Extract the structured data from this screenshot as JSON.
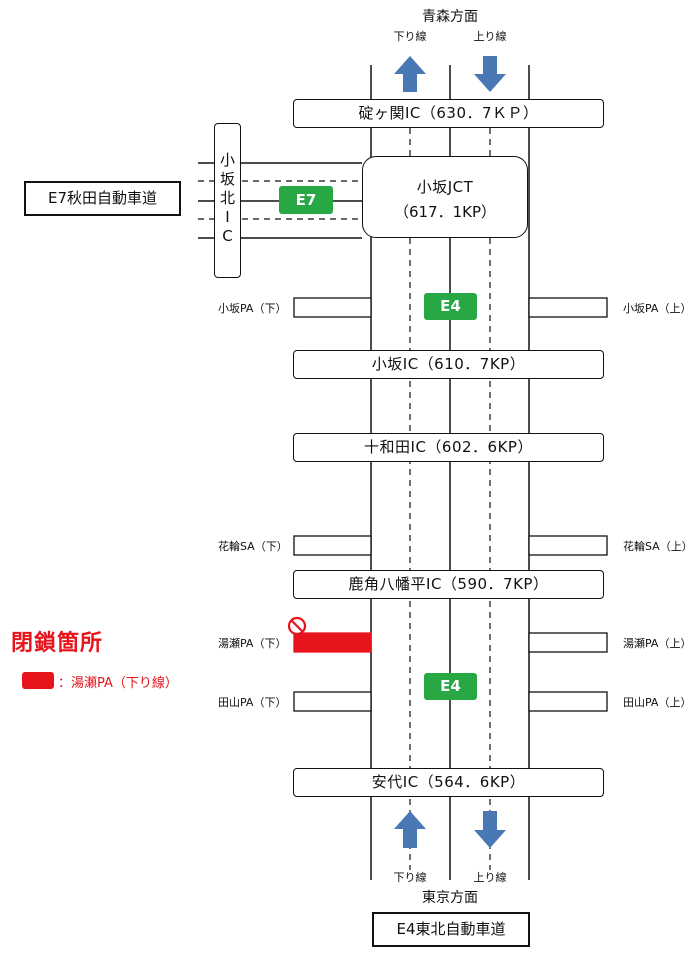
{
  "north": {
    "direction": "青森方面",
    "down_lane": "下り線",
    "up_lane": "上り線"
  },
  "south": {
    "direction": "東京方面",
    "down_lane": "下り線",
    "up_lane": "上り線",
    "road_name": "E4東北自動車道"
  },
  "akita": {
    "road_name": "E7秋田自動車道",
    "badge": "E7",
    "ic_vertical": [
      "小",
      "坂",
      "北",
      "I",
      "C"
    ]
  },
  "jct": {
    "name": "小坂JCT",
    "kp": "（617．1KP）"
  },
  "e4_badge": "E4",
  "interchanges": [
    {
      "label": "碇ヶ関IC（630．7ＫＰ）"
    },
    {
      "label": "小坂IC（610．7KP）"
    },
    {
      "label": "十和田IC（602．6KP）"
    },
    {
      "label": "鹿角八幡平IC（590．7KP）"
    },
    {
      "label": "安代IC（564．6KP）"
    }
  ],
  "parking": [
    {
      "left": "小坂PA（下）",
      "right": "小坂PA（上）"
    },
    {
      "left": "花輪SA（下）",
      "right": "花輪SA（上）"
    },
    {
      "left": "湯瀬PA（下）",
      "right": "湯瀬PA（上）",
      "closed": "left"
    },
    {
      "left": "田山PA（下）",
      "right": "田山PA（上）"
    }
  ],
  "closure": {
    "title": "閉鎖箇所",
    "legend": "：湯瀬PA（下り線）",
    "color": "#e8141c"
  },
  "colors": {
    "arrow": "#4a78b5",
    "badge": "#27a845",
    "closed": "#e8141c"
  }
}
